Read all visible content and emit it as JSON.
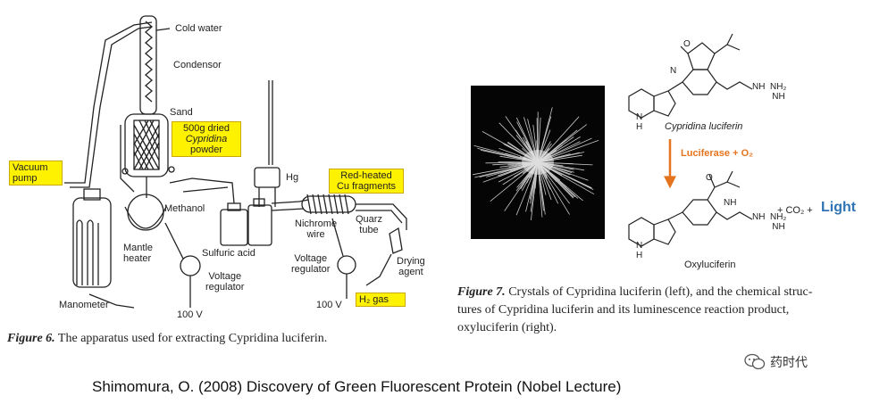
{
  "figure6": {
    "labels": {
      "cold_water": "Cold water",
      "condensor": "Condensor",
      "sand": "Sand",
      "dried_powder_1": "500g dried",
      "dried_powder_2": "Cypridina",
      "dried_powder_3": "powder",
      "vacuum_1": "Vacuum",
      "vacuum_2": "pump",
      "hg": "Hg",
      "red_heated_1": "Red-heated",
      "red_heated_2": "Cu fragments",
      "methanol": "Methanol",
      "mantle_1": "Mantle",
      "mantle_2": "heater",
      "sulfuric": "Sulfuric acid",
      "nichrome_1": "Nichrome",
      "nichrome_2": "wire",
      "quarz_1": "Quarz",
      "quarz_2": "tube",
      "voltage_left_1": "Voltage",
      "voltage_left_2": "regulator",
      "voltage_right_1": "Voltage",
      "voltage_right_2": "regulator",
      "drying_1": "Drying",
      "drying_2": "agent",
      "manometer": "Manometer",
      "v100_left": "100 V",
      "v100_right": "100 V",
      "h2gas": "H₂ gas"
    },
    "caption_label": "Figure 6.",
    "caption_text": " The apparatus used for extracting Cypridina luciferin."
  },
  "figure7": {
    "luciferin_name": "Cypridina luciferin",
    "reaction": "Luciferase + O₂",
    "oxy_name": "Oxyluciferin",
    "products": "+ CO₂ +",
    "light": "Light",
    "caption_label": "Figure 7.",
    "caption_line1": " Crystals of Cypridina luciferin (left), and the chemical struc-",
    "caption_line2": "tures of Cypridina luciferin and its luminescence reaction product,",
    "caption_line3": "oxyluciferin (right)."
  },
  "citation": "Shimomura, O. (2008) Discovery of Green Fluorescent Protein (Nobel Lecture)",
  "watermark": "药时代"
}
